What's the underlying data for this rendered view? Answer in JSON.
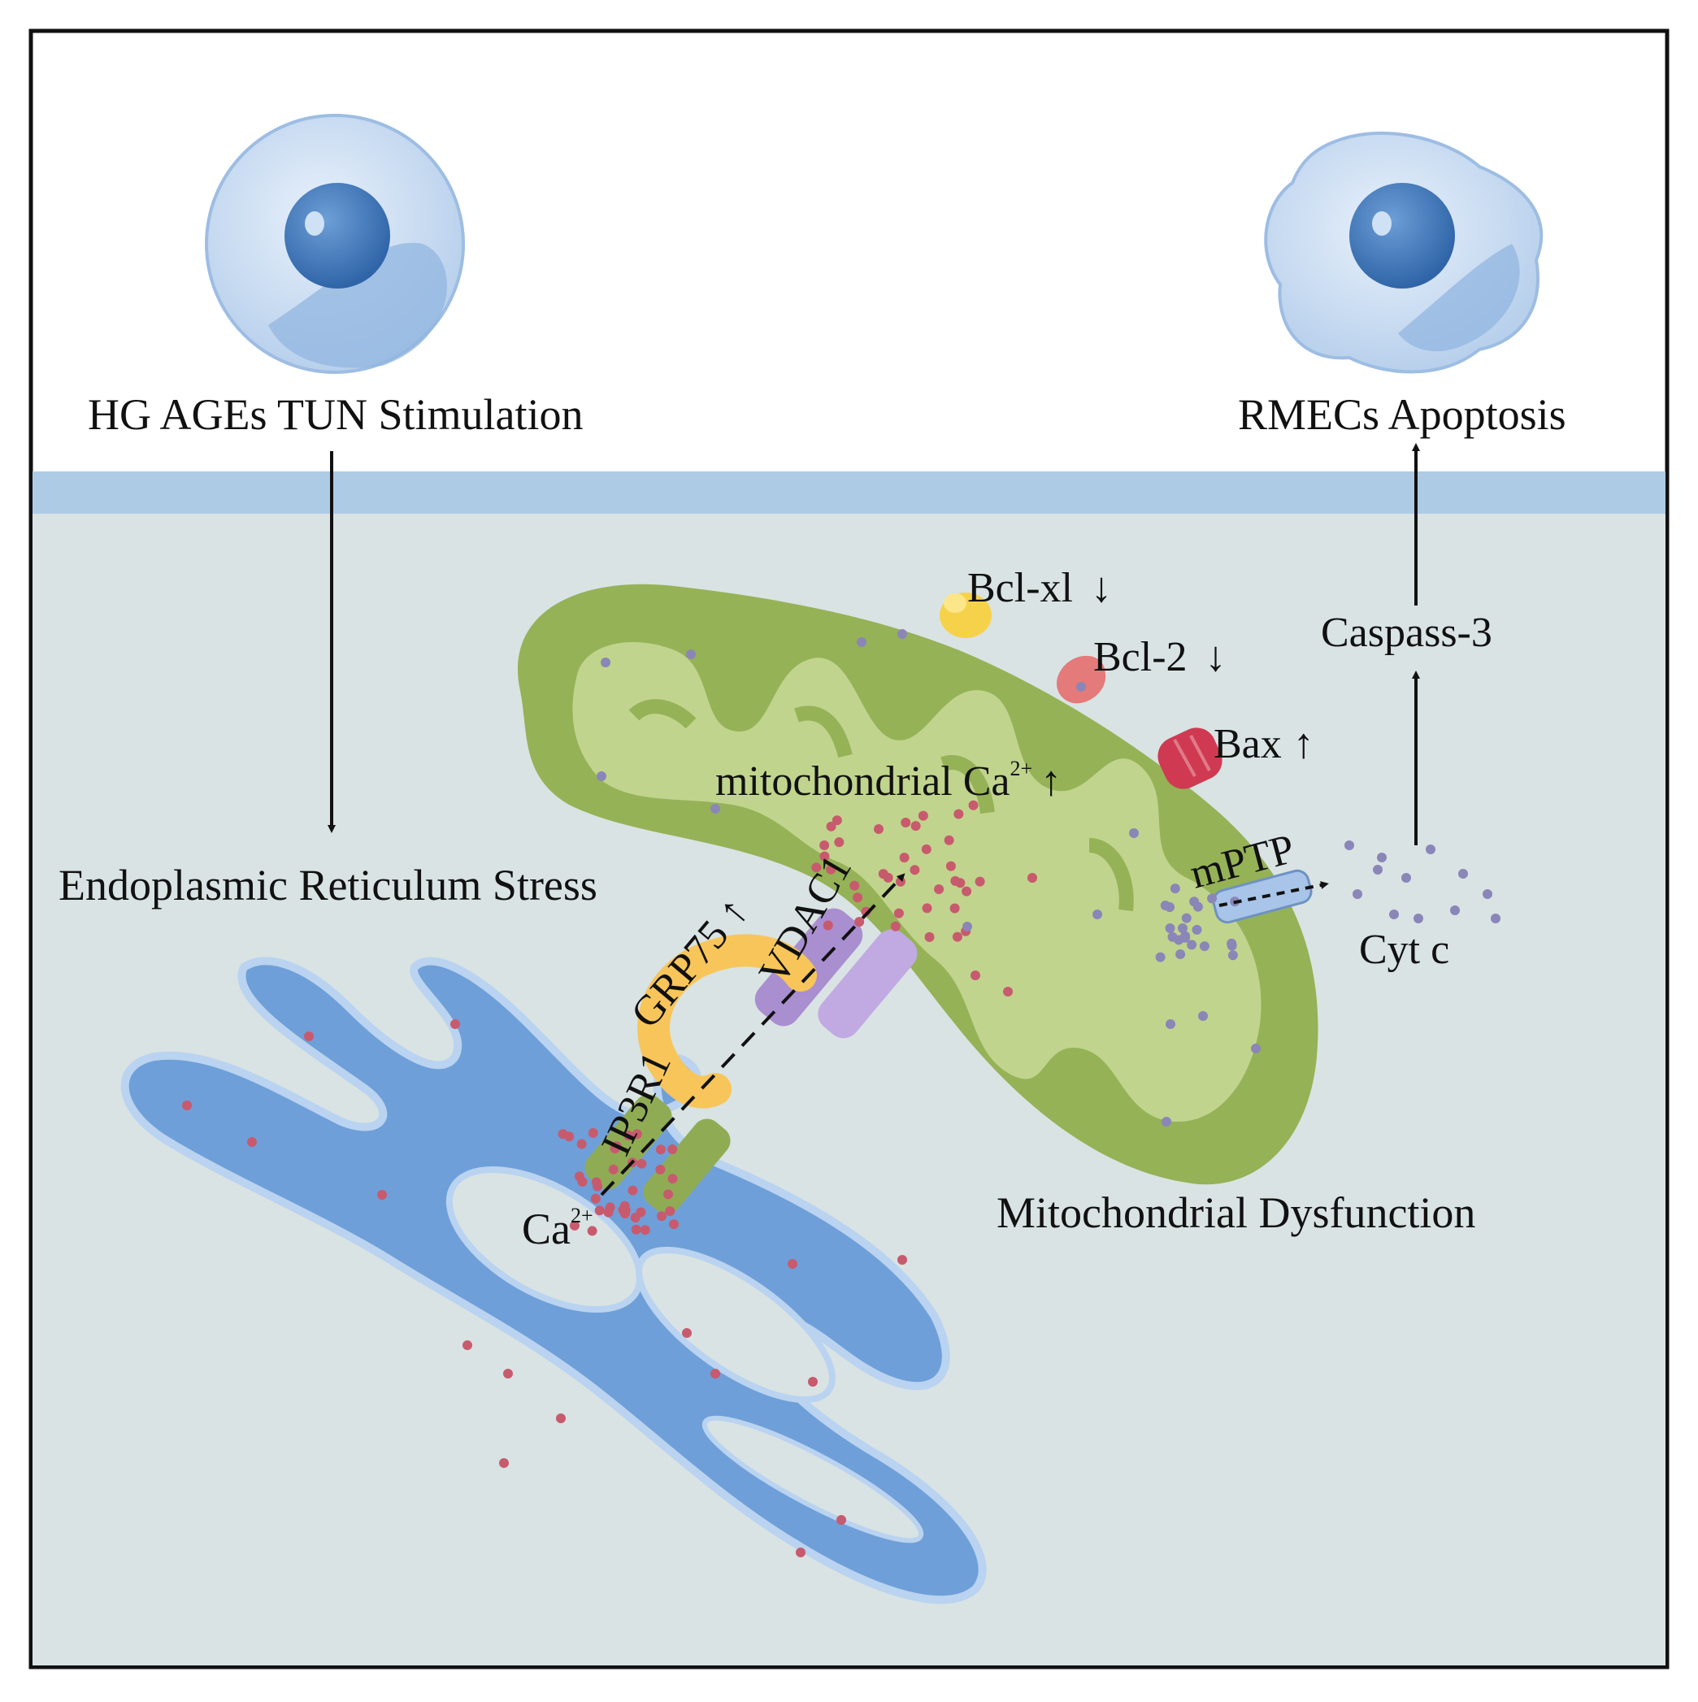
{
  "labels": {
    "stimulation": "HG  AGEs TUN Stimulation",
    "er_stress": "Endoplasmic Reticulum Stress",
    "apoptosis": "RMECs Apoptosis",
    "caspase": "Caspass-3",
    "cyt_c": "Cyt c",
    "mptp": "mPTP",
    "bcl_xl": "Bcl-xl",
    "bcl_2": "Bcl-2",
    "bax": "Bax",
    "mito_ca_prefix": "mitochondrial Ca",
    "mito_ca_sup": "2+",
    "grp75": "GRP75",
    "vdac1": "VDAC1",
    "ip3r1": "IP3R1",
    "ca_base": "Ca",
    "ca_sup": "2+",
    "mito_dysfunction": "Mitochondrial Dysfunction"
  },
  "indicators": {
    "up": "↑",
    "down": "↓"
  },
  "colors": {
    "cytoplasm": "#d9e3e3",
    "membrane": "#aecbe6",
    "mitochondrion": "#95b257",
    "mito_inner": "#c3d690",
    "er": "#6f9fd8",
    "er_lumen": "#d9e3e3",
    "calcium_dot": "#c85a6e",
    "cyt_c_dot": "#8a86b8",
    "grp75": "#f7c55a",
    "vdac1": "#a98ed0",
    "ip3r1": "#8fac55",
    "bcl_xl": "#f6d24a",
    "bcl_2": "#e47a7a",
    "bax": "#cf3a52",
    "mptp": "#a8c4e8"
  }
}
